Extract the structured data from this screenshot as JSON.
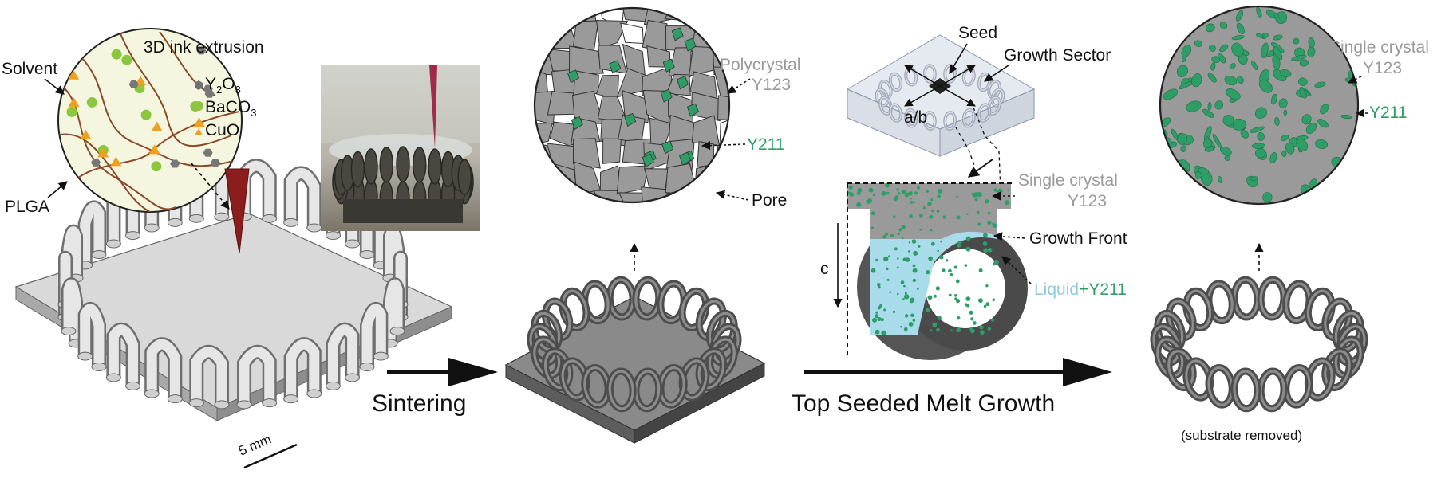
{
  "stage1": {
    "title": "3D ink extrusion",
    "solvent": "Solvent",
    "plga": "PLGA",
    "legend": [
      {
        "icon": "hexagon-icon",
        "text": "Y",
        "sub1": "2",
        "mid": "O",
        "sub2": "3"
      },
      {
        "icon": "circle-icon",
        "text": "BaCO",
        "sub1": "3"
      },
      {
        "icon": "triangle-icon",
        "text": "CuO"
      }
    ],
    "scale_bar": "5 mm"
  },
  "arrow1": "Sintering",
  "stage2": {
    "polycrystal_line1": "Polycrystal",
    "polycrystal_line2": "Y123",
    "y211": "Y211",
    "pore": "Pore"
  },
  "arrow2": "Top Seeded Melt Growth",
  "stage3": {
    "seed": "Seed",
    "growth_sector": "Growth Sector",
    "ab": "a/b",
    "single_crystal_line1": "Single crystal",
    "single_crystal_line2": "Y123",
    "growth_front": "Growth Front",
    "c_axis": "c",
    "liquid": "Liquid",
    "plus": "+",
    "liquid_y211": "Y211"
  },
  "stage4": {
    "single_crystal_line1": "Single crystal",
    "single_crystal_line2": "Y123",
    "y211": "Y211",
    "substrate_removed": "(substrate removed)"
  },
  "colors": {
    "y123_gray": "#9a9a9a",
    "y211_green": "#2e9e66",
    "liquid_blue": "#a9dcea",
    "ink_bg": "#f4f6df",
    "nozzle_red": "#8c1d1d"
  }
}
